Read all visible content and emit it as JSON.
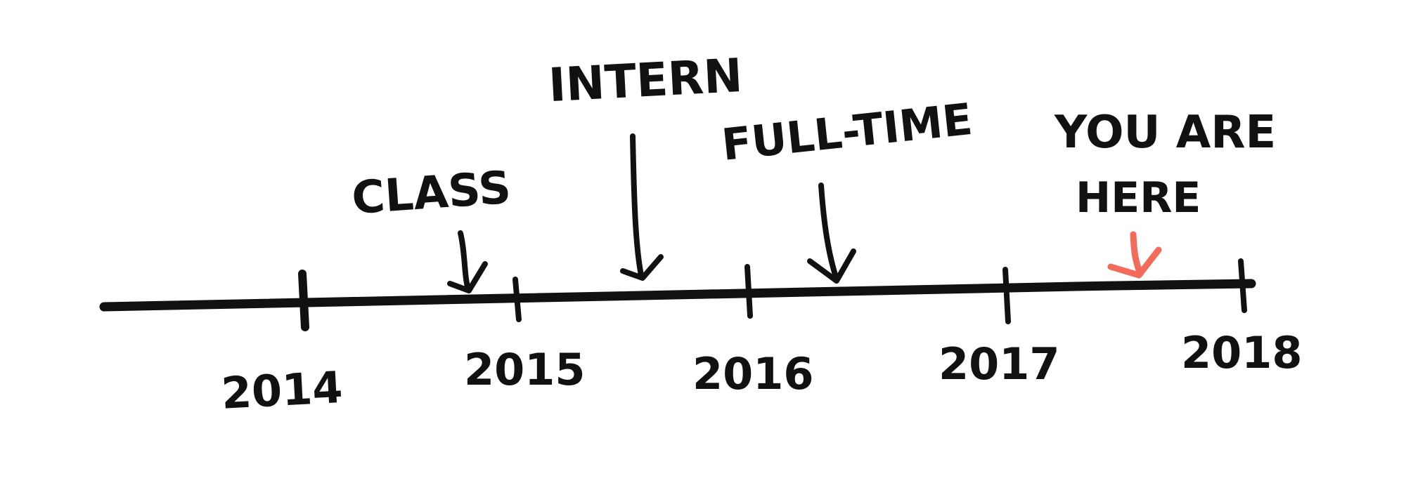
{
  "timeline": {
    "years": [
      "2014",
      "2015",
      "2016",
      "2017",
      "2018"
    ]
  },
  "events": {
    "class": "CLASS",
    "intern": "INTERN",
    "full_time": "FULL-TIME"
  },
  "marker": {
    "line1": "YOU ARE",
    "line2": "HERE"
  },
  "colors": {
    "ink": "#111111",
    "accent": "#f26b5b",
    "background": "#ffffff"
  }
}
